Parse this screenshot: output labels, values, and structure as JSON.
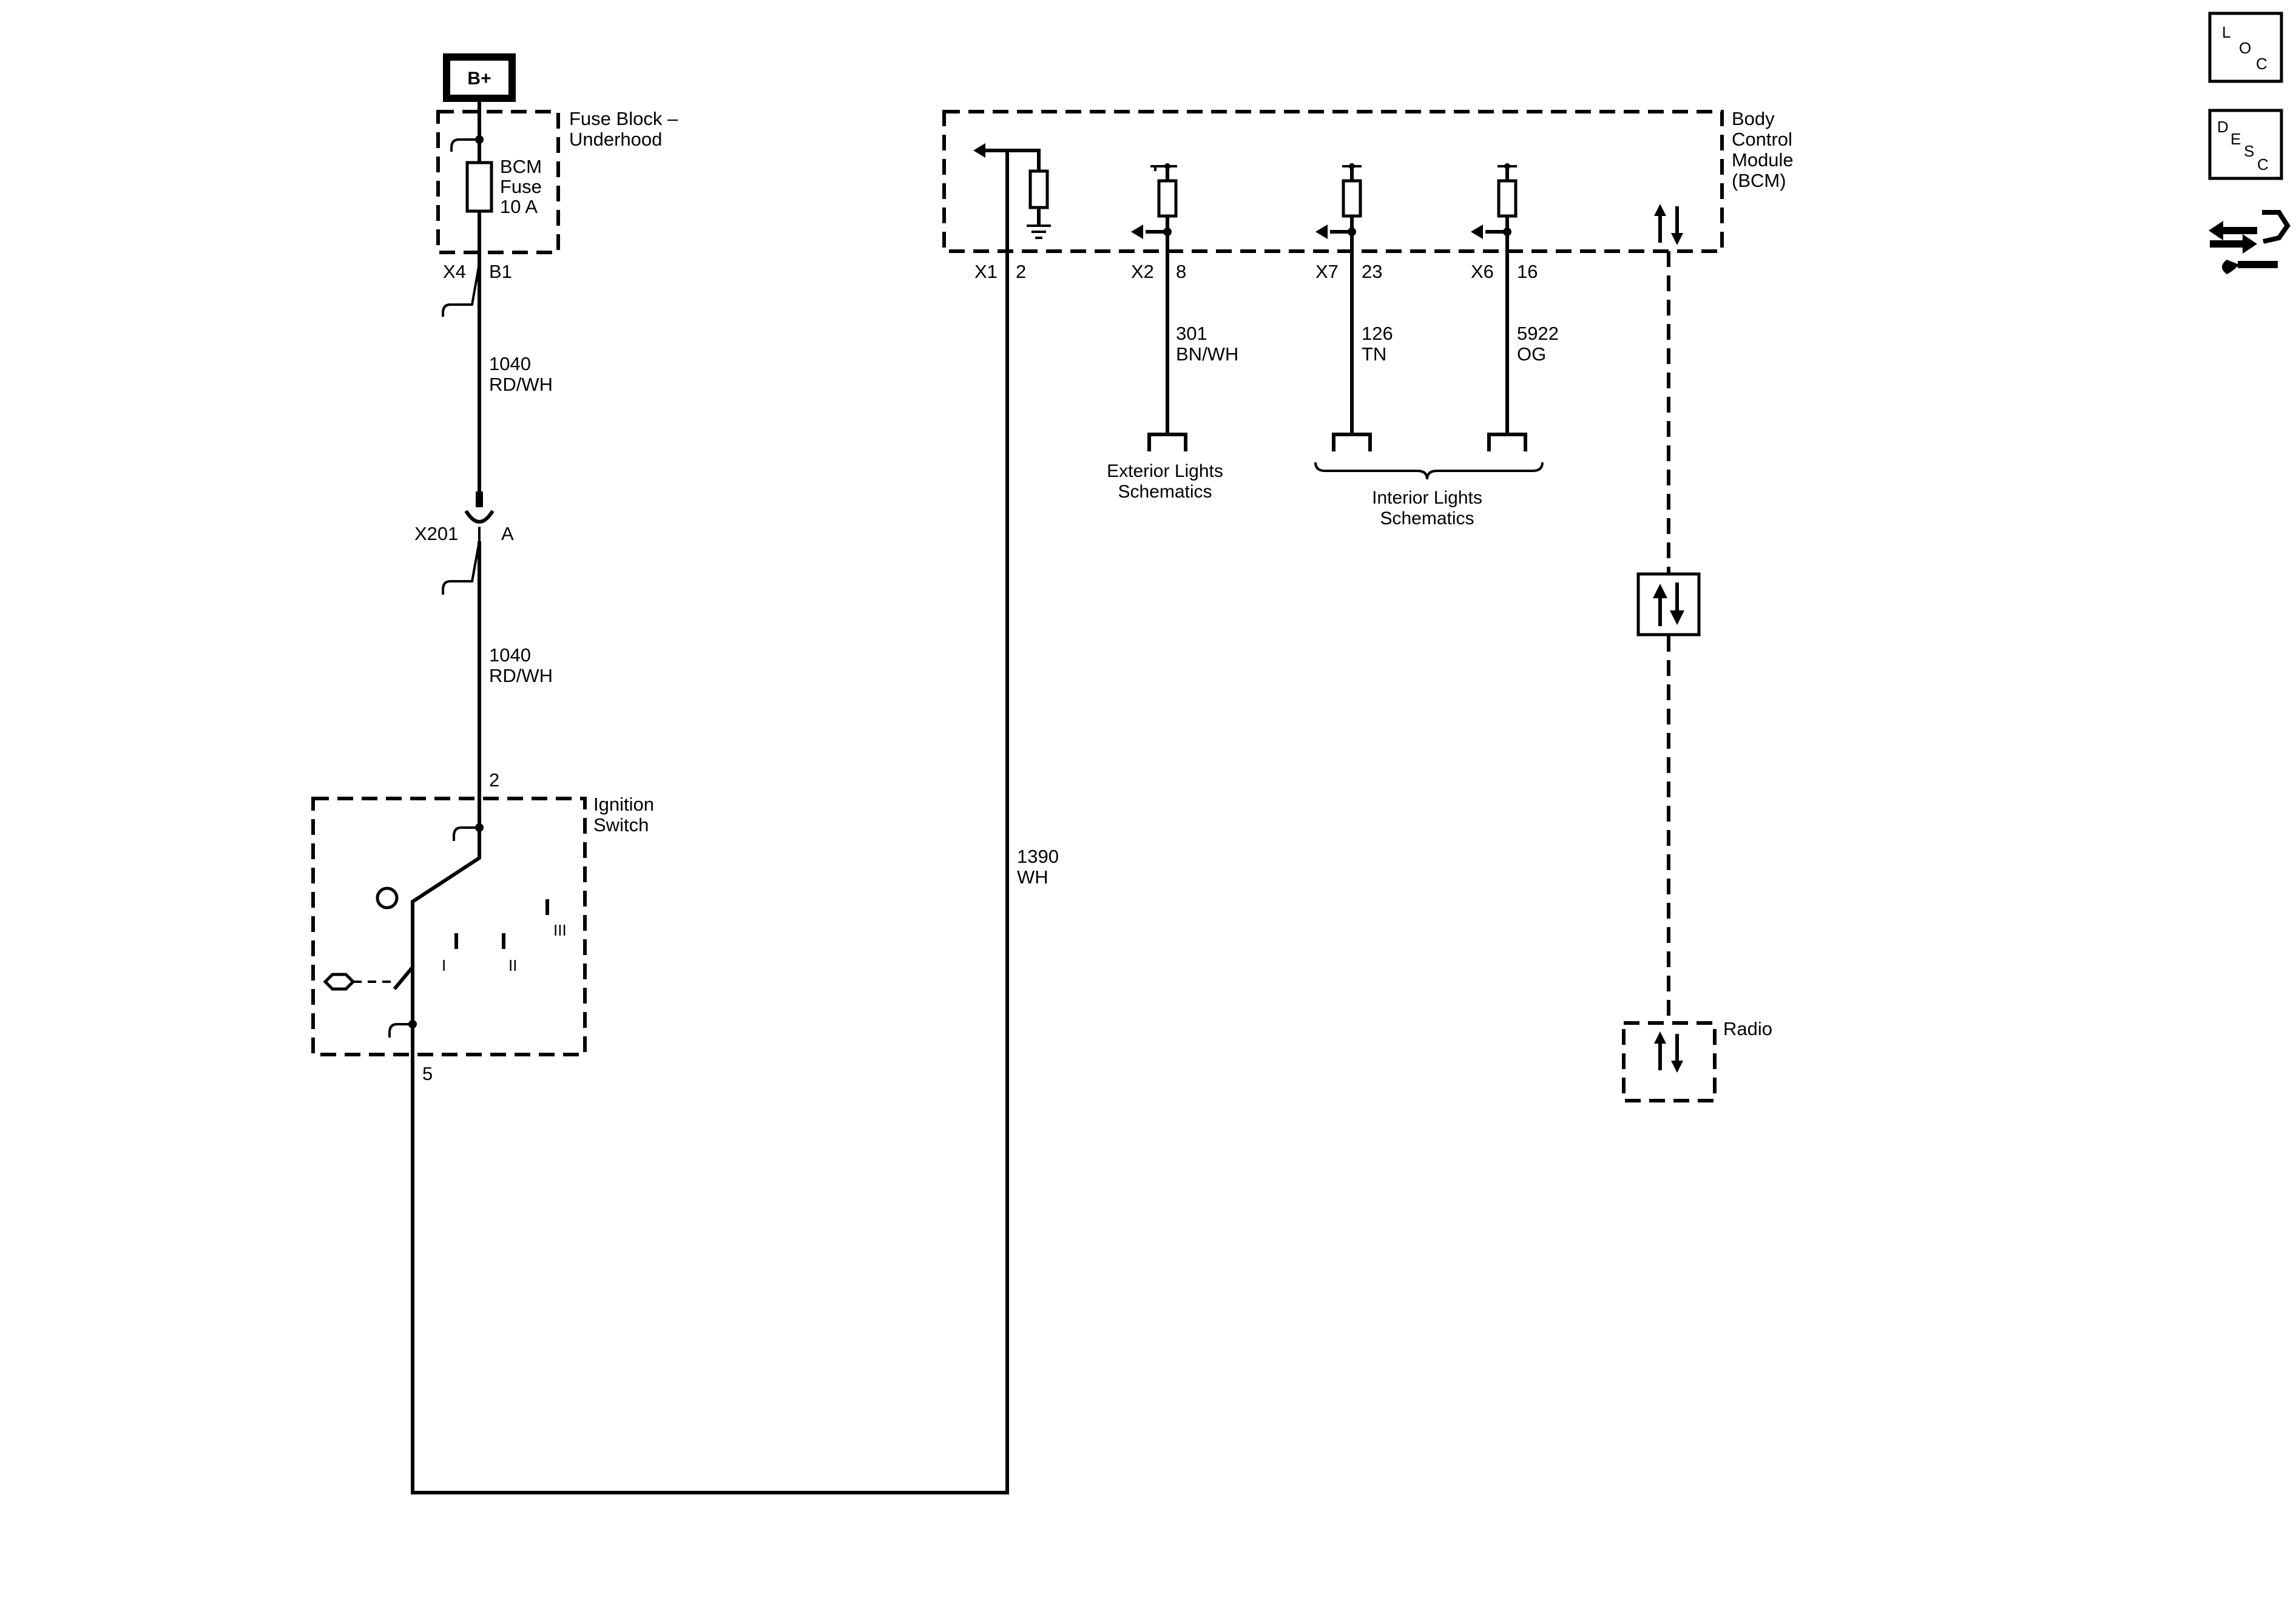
{
  "power": {
    "bplus_label": "B+"
  },
  "fuse_block": {
    "title_line1": "Fuse Block –",
    "title_line2": "Underhood",
    "fuse_line1": "BCM",
    "fuse_line2": "Fuse",
    "fuse_line3": "10 A",
    "connector": "X4",
    "pin": "B1"
  },
  "wires": {
    "w1040_upper_circuit": "1040",
    "w1040_upper_color": "RD/WH",
    "w1040_lower_circuit": "1040",
    "w1040_lower_color": "RD/WH",
    "w1390_circuit": "1390",
    "w1390_color": "WH",
    "w301_circuit": "301",
    "w301_color": "BN/WH",
    "w126_circuit": "126",
    "w126_color": "TN",
    "w5922_circuit": "5922",
    "w5922_color": "OG"
  },
  "inline_connector": {
    "name": "X201",
    "pin": "A"
  },
  "ignition_switch": {
    "title_line1": "Ignition",
    "title_line2": "Switch",
    "pin_in": "2",
    "pin_out": "5",
    "position_1": "I",
    "position_2": "II",
    "position_3": "III"
  },
  "bcm": {
    "title_line1": "Body",
    "title_line2": "Control",
    "title_line3": "Module",
    "title_line4": "(BCM)",
    "conn_x1": "X1",
    "pin_x1": "2",
    "conn_x2": "X2",
    "pin_x2": "8",
    "conn_x7": "X7",
    "pin_x7": "23",
    "conn_x6": "X6",
    "pin_x6": "16"
  },
  "references": {
    "exterior_line1": "Exterior Lights",
    "exterior_line2": "Schematics",
    "interior_line1": "Interior Lights",
    "interior_line2": "Schematics"
  },
  "radio": {
    "label": "Radio"
  },
  "side_icons": {
    "loc_l": "L",
    "loc_o": "O",
    "loc_c": "C",
    "desc_d": "D",
    "desc_e": "E",
    "desc_s": "S",
    "desc_c": "C",
    "icons": [
      "loc-icon",
      "desc-icon",
      "diagnostic-tools-icon"
    ]
  }
}
